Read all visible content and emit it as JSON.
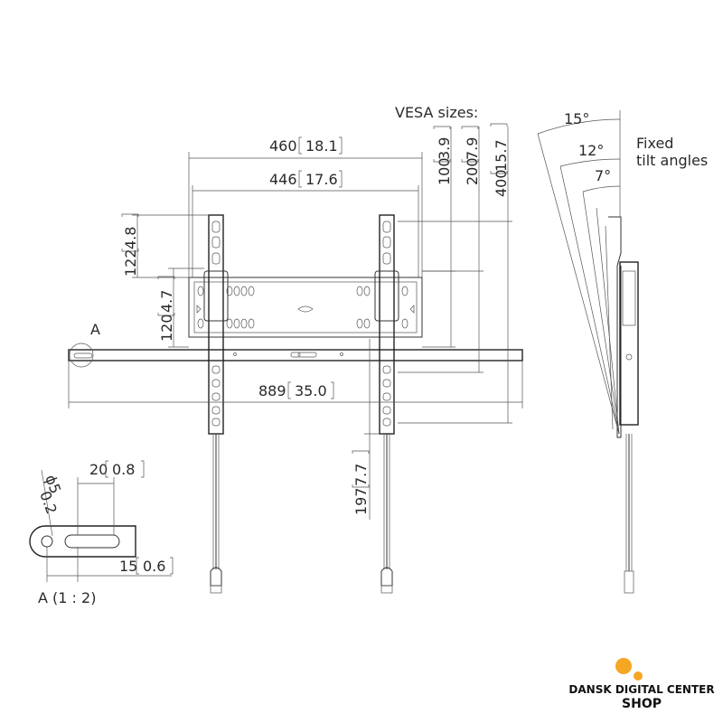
{
  "vesa": {
    "title": "VESA sizes:",
    "s100": "100",
    "s100_in": "3.9",
    "s200": "200",
    "s200_in": "7.9",
    "s400": "400",
    "s400_in": "15.7"
  },
  "dims": {
    "w460": "460",
    "w460_in": "18.1",
    "w446": "446",
    "w446_in": "17.6",
    "h122": "122",
    "h122_in": "4.8",
    "h120": "120",
    "h120_in": "4.7",
    "w889": "889",
    "w889_in": "35.0",
    "h197": "197",
    "h197_in": "7.7",
    "w20": "20",
    "w20_in": "0.8",
    "d5": "ϕ5",
    "d5_in": "0.2",
    "w15": "15",
    "w15_in": "0.6"
  },
  "detail": {
    "marker": "A",
    "label": "A (1 : 2)"
  },
  "tilt": {
    "a15": "15°",
    "a12": "12°",
    "a7": "7°",
    "caption_1": "Fixed",
    "caption_2": "tilt angles"
  },
  "logo": {
    "line1": "DANSK DIGITAL CENTER",
    "line2": "SHOP",
    "accent": "#f5a623"
  }
}
